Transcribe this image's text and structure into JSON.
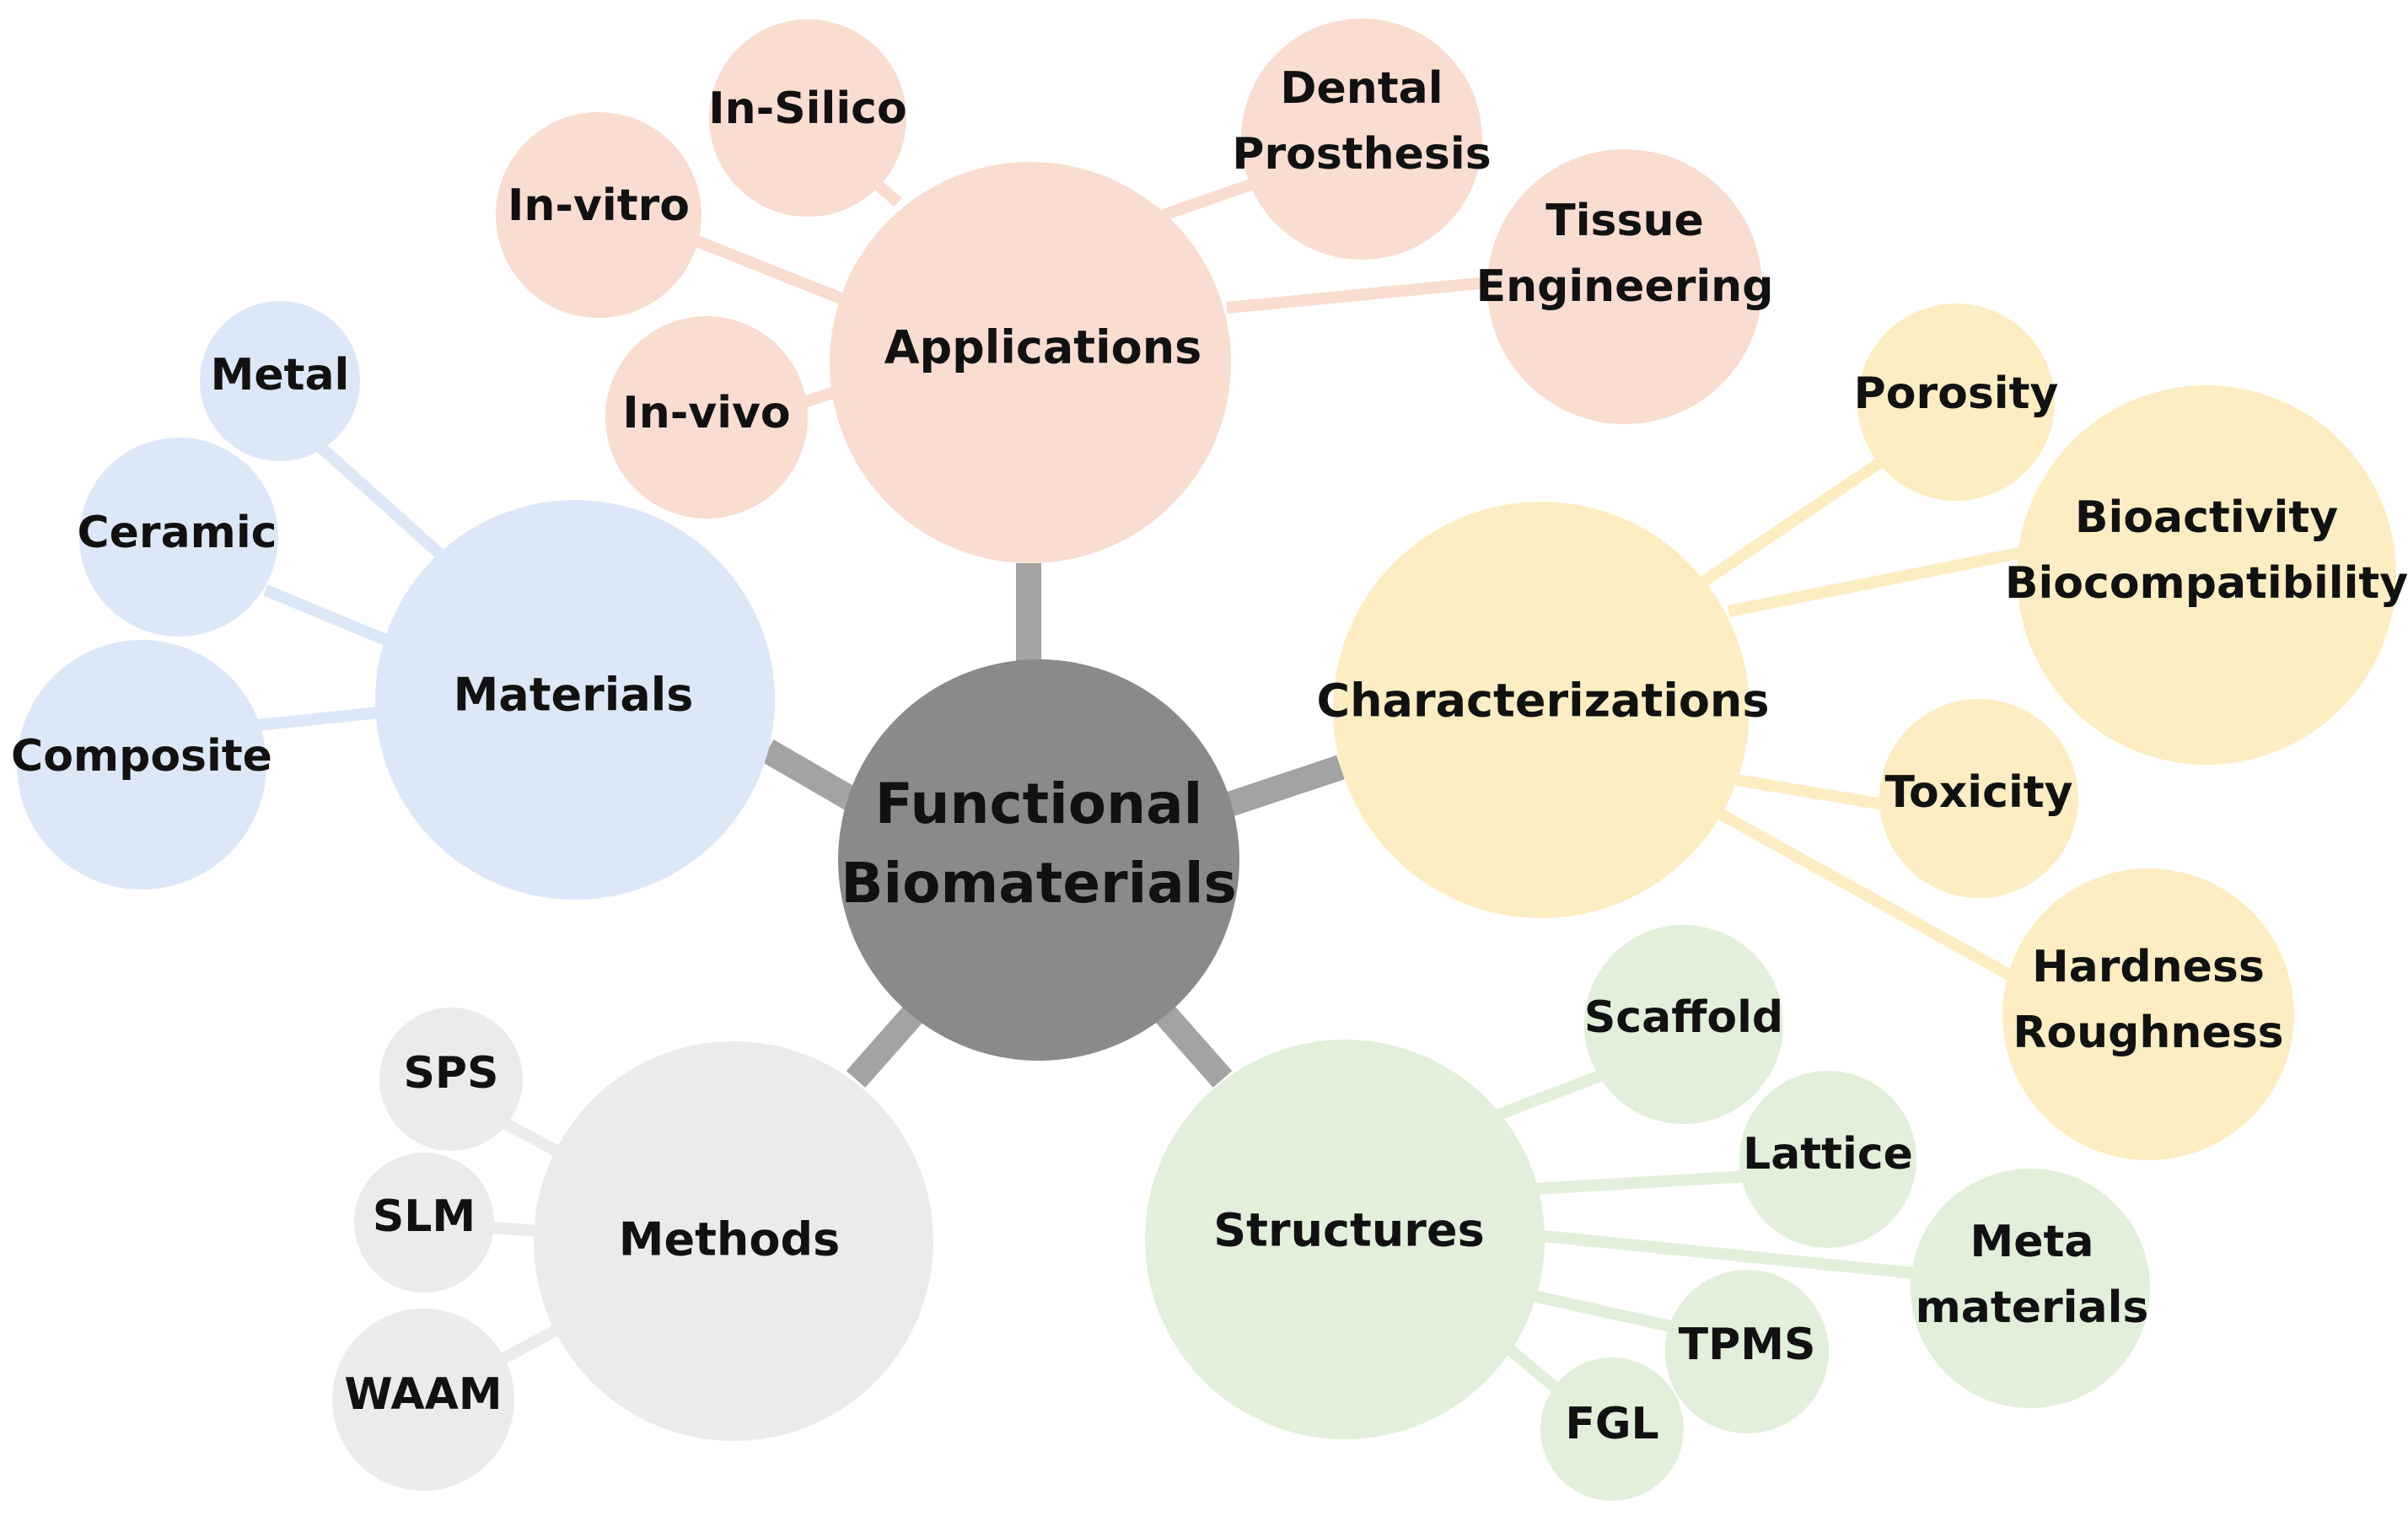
{
  "center": {
    "label_line1": "Functional",
    "label_line2": "Biomaterials",
    "color": "#8a8a8a"
  },
  "branches": {
    "applications": {
      "label": "Applications",
      "color": "#f8ddd0",
      "line_color": "#f8ddd0",
      "leaves": {
        "in_silico": "In-Silico",
        "in_vitro": "In-vitro",
        "in_vivo": "In-vivo",
        "dental_prosthesis": [
          "Dental",
          "Prosthesis"
        ],
        "tissue_engineering": [
          "Tissue",
          "Engineering"
        ]
      }
    },
    "materials": {
      "label": "Materials",
      "color": "#dce8f7",
      "line_color": "#dce8f7",
      "leaves": {
        "metal": "Metal",
        "ceramic": "Ceramic",
        "composite": "Composite"
      }
    },
    "characterizations": {
      "label": "Characterizations",
      "color": "#fdedc2",
      "line_color": "#fdedc2",
      "leaves": {
        "porosity": "Porosity",
        "bioactivity_biocompatibility": [
          "Bioactivity",
          "Biocompatibility"
        ],
        "toxicity": "Toxicity",
        "hardness_roughness": [
          "Hardness",
          "Roughness"
        ]
      }
    },
    "methods": {
      "label": "Methods",
      "color": "#ebebeb",
      "line_color": "#ebebeb",
      "leaves": {
        "sps": "SPS",
        "slm": "SLM",
        "waam": "WAAM"
      }
    },
    "structures": {
      "label": "Structures",
      "color": "#e2efda",
      "line_color": "#e2efda",
      "leaves": {
        "scaffold": "Scaffold",
        "lattice": "Lattice",
        "meta_materials": [
          "Meta",
          "materials"
        ],
        "tpms": "TPMS",
        "fgl": "FGL"
      }
    }
  },
  "connector_color": "#a3a3a3"
}
